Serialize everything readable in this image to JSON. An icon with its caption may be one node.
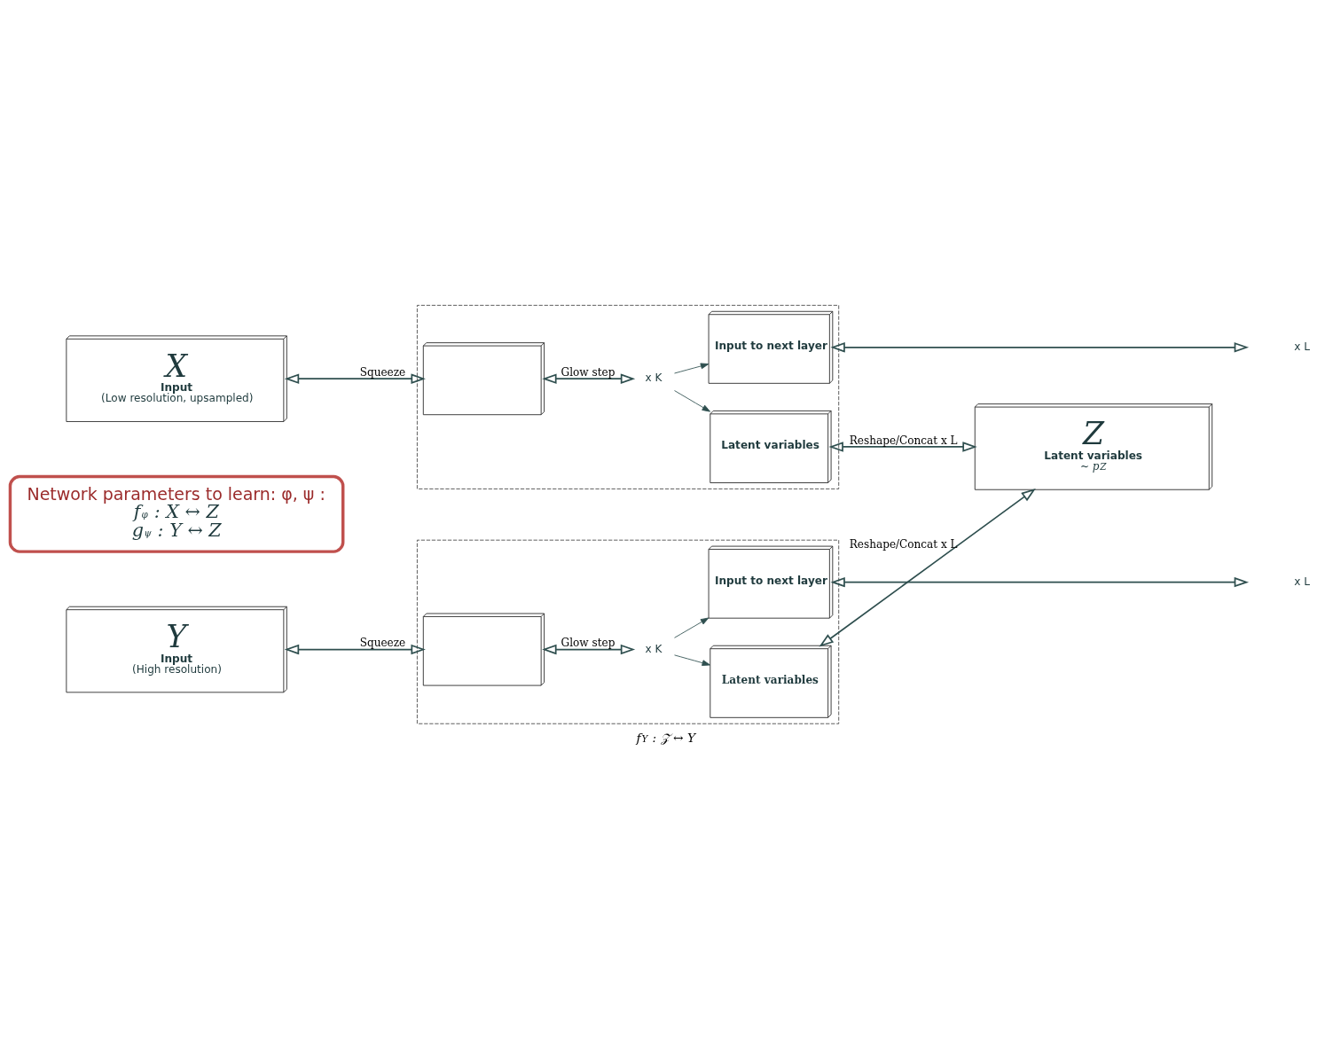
{
  "diagram": {
    "caption": "f$_{Y}$ : 𝒵 ↔ Y",
    "nodes": [
      {
        "text": [
          "X",
          "Input",
          "(Low resolution, upsampled)"
        ]
      },
      {
        "text": [],
        "shape": "box"
      },
      {
        "text": [],
        "shape": "box",
        "in": 1
      },
      {
        "text": [
          "x K"
        ],
        "in": 1
      },
      {
        "text": [
          "Input to next layer"
        ],
        "in": 1
      },
      {
        "text": [
          "Latent variables"
        ],
        "in": 1
      },
      {
        "text": [
          "Network parameters to learn: φ, ψ :",
          "f$_{φ}$ : X ↔ Z",
          "g$_{ψ}$ : Y ↔ Z"
        ]
      },
      {
        "text": [
          "Z",
          "Latent variables",
          "~ p$_{Z}$"
        ]
      },
      {
        "text": [
          "Y",
          "Input",
          "(High resolution)"
        ]
      },
      {
        "text": [],
        "shape": "box"
      },
      {
        "text": [],
        "shape": "box",
        "in": 9
      },
      {
        "text": [
          "x K"
        ],
        "in": 9
      },
      {
        "text": [
          "Latent variables"
        ],
        "in": 9
      },
      {
        "text": [
          "Input to next layer"
        ],
        "in": 9
      }
    ],
    "edges": [
      {
        "from": 0,
        "to": 2,
        "arrow": "both",
        "label": "Squeeze"
      },
      {
        "from": 2,
        "to": 3,
        "arrow": "both",
        "label": "Glow step"
      },
      {
        "from": 3,
        "to": 4,
        "arrow": "to"
      },
      {
        "from": 3,
        "to": 5,
        "arrow": "to"
      },
      {
        "from": 4,
        "to": null,
        "arrow": "both"
      },
      {
        "from": 5,
        "to": 7,
        "arrow": "both",
        "label": "Reshape/Concat x L"
      },
      {
        "from": 7,
        "to": 12,
        "arrow": "both",
        "label": "Reshape/Concat x L"
      },
      {
        "from": 8,
        "to": 10,
        "arrow": "both",
        "label": "Squeeze"
      },
      {
        "from": 10,
        "to": 11,
        "arrow": "both",
        "label": "Glow step"
      },
      {
        "from": 11,
        "to": 12,
        "arrow": "to"
      },
      {
        "from": 11,
        "to": 13,
        "arrow": "to"
      },
      {
        "from": 13,
        "to": null,
        "arrow": "both"
      }
    ],
    "labels": [
      "x L",
      "x L"
    ]
  }
}
